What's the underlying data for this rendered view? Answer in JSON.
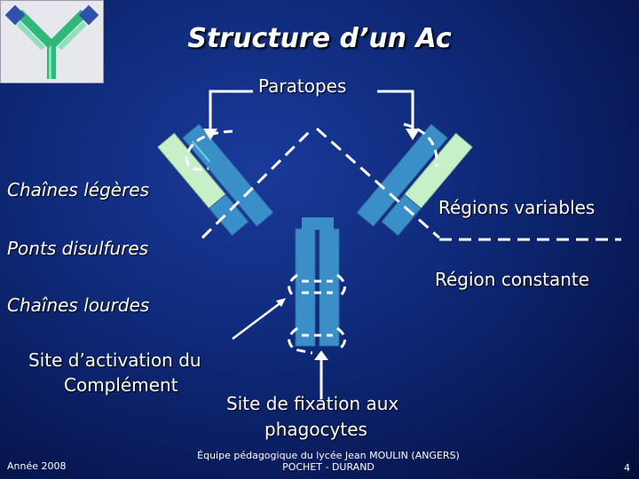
{
  "title": "Structure d’un Ac",
  "labels": {
    "paratopes": "Paratopes",
    "chaines_legeres": "Chaînes légères",
    "ponts_disulfures": "Ponts disulfures",
    "chaines_lourdes": "Chaînes lourdes",
    "site_activation_line1": "Site d’activation du",
    "site_activation_line2": "Complément",
    "regions_variables": "Régions variables",
    "region_constante": "Région constante",
    "site_fixation_line1": "Site de fixation aux",
    "site_fixation_line2": "phagocytes"
  },
  "footer": {
    "year": "Année 2008",
    "team_line1": "Équipe pédagogique du lycée Jean MOULIN (ANGERS)",
    "team_line2": "POCHET - DURAND",
    "page": "4"
  },
  "colors": {
    "light_chain": "#c8f0c8",
    "heavy_chain": "#3a8fc8",
    "logo_chain_green": "#2fb87a",
    "logo_chain_blue": "#3050b0"
  }
}
